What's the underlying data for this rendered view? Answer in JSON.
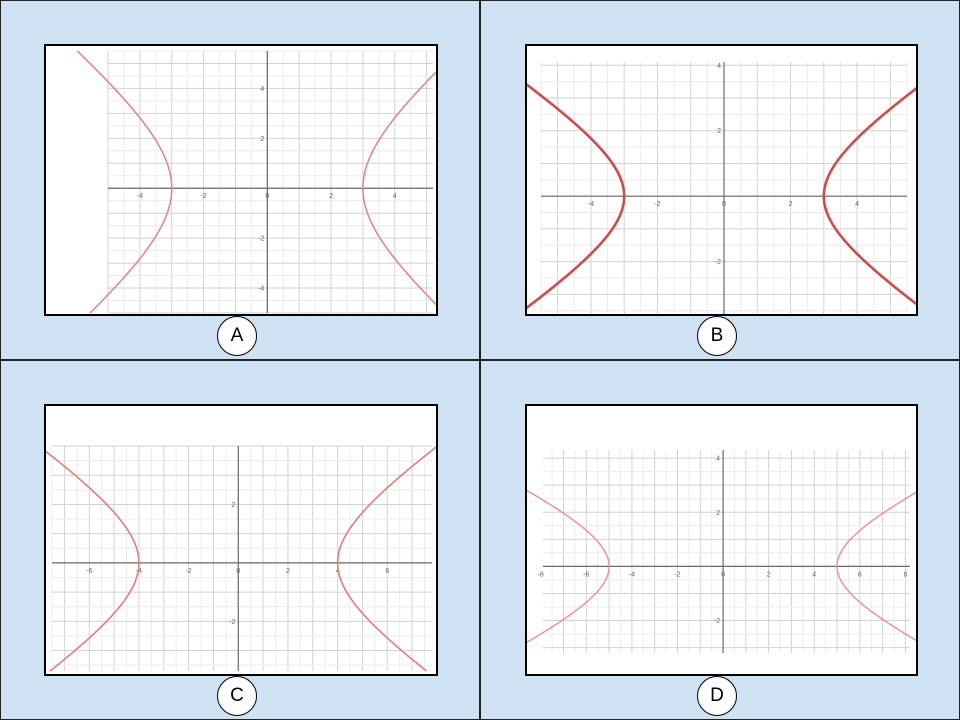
{
  "options": [
    {
      "label": "A",
      "chart_data": {
        "type": "line",
        "title": "",
        "xlabel": "",
        "ylabel": "",
        "xlim": [
          -5,
          5.2
        ],
        "ylim": [
          -5,
          5.5
        ],
        "xticks": [
          -4,
          -2,
          0,
          2,
          4
        ],
        "yticks": [
          4,
          2,
          -2,
          -4
        ],
        "tick_labels_x": [
          "-4",
          "-2",
          "0",
          "2",
          "4"
        ],
        "tick_labels_y": [
          "4",
          "2",
          "-2",
          "-4"
        ],
        "curve": {
          "form": "hyperbola",
          "orientation": "horizontal",
          "vertices": [
            [
              -3,
              0
            ],
            [
              3,
              0
            ]
          ],
          "a": 3,
          "b": 3.2
        },
        "grid": true,
        "curve_color": "#e08a86",
        "curve_width": 1.6
      }
    },
    {
      "label": "B",
      "chart_data": {
        "type": "line",
        "title": "",
        "xlabel": "",
        "ylabel": "",
        "xlim": [
          -5.5,
          5.5
        ],
        "ylim": [
          -3.6,
          4.1
        ],
        "xticks": [
          -4,
          -2,
          0,
          2,
          4
        ],
        "yticks": [
          4,
          2,
          -2
        ],
        "tick_labels_x": [
          "-4",
          "-2",
          "0",
          "2",
          "4"
        ],
        "tick_labels_y": [
          "4",
          "2",
          "-2"
        ],
        "curve": {
          "form": "hyperbola",
          "orientation": "horizontal",
          "vertices": [
            [
              -3,
              0
            ],
            [
              3,
              0
            ]
          ],
          "a": 3,
          "b": 2
        },
        "grid": true,
        "curve_color": "#cf4b47",
        "curve_width": 2.6
      }
    },
    {
      "label": "C",
      "chart_data": {
        "type": "line",
        "title": "",
        "xlabel": "",
        "ylabel": "",
        "xlim": [
          -7.5,
          7.8
        ],
        "ylim": [
          -3.7,
          4.0
        ],
        "xticks": [
          -6,
          -4,
          -2,
          0,
          2,
          4,
          6
        ],
        "yticks": [
          2,
          -2
        ],
        "tick_labels_x": [
          "-6",
          "-4",
          "-2",
          "0",
          "2",
          "4",
          "6"
        ],
        "tick_labels_y": [
          "2",
          "-2"
        ],
        "curve": {
          "form": "hyperbola",
          "orientation": "horizontal",
          "vertices": [
            [
              -4,
              0
            ],
            [
              4,
              0
            ]
          ],
          "a": 4,
          "b": 2.3
        },
        "grid": true,
        "curve_color": "#e07e79",
        "curve_width": 1.6
      }
    },
    {
      "label": "D",
      "chart_data": {
        "type": "line",
        "title": "",
        "xlabel": "",
        "ylabel": "",
        "xlim": [
          -7.9,
          8.2
        ],
        "ylim": [
          -3.2,
          4.3
        ],
        "xticks": [
          -8,
          -6,
          -4,
          -2,
          0,
          2,
          4,
          6,
          8
        ],
        "yticks": [
          4,
          2,
          -2
        ],
        "tick_labels_x": [
          "-8",
          "-6",
          "-4",
          "-2",
          "0",
          "2",
          "4",
          "6",
          "8"
        ],
        "tick_labels_y": [
          "4",
          "2",
          "-2"
        ],
        "curve": {
          "form": "hyperbola",
          "orientation": "horizontal",
          "vertices": [
            [
              -5,
              0
            ],
            [
              5,
              0
            ]
          ],
          "a": 5,
          "b": 2
        },
        "grid": true,
        "curve_color": "#f08e8b",
        "curve_width": 1.4
      }
    }
  ]
}
